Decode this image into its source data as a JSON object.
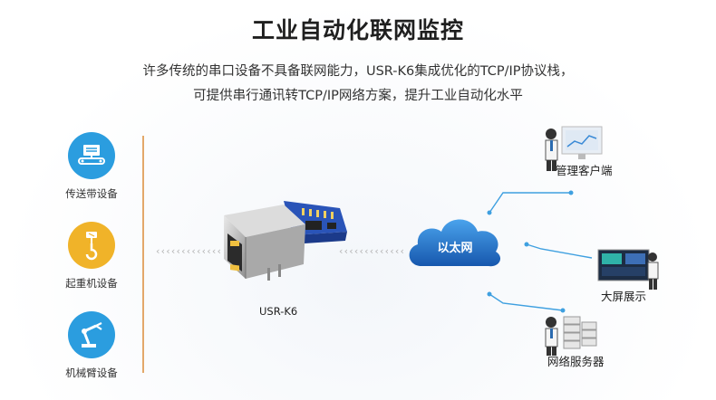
{
  "title": "工业自动化联网监控",
  "subtitle": {
    "line1": "许多传统的串口设备不具备联网能力，USR-K6集成优化的TCP/IP协议栈，",
    "line2": "可提供串行通讯转TCP/IP网络方案，提升工业自动化水平"
  },
  "devices": [
    {
      "label": "传送带设备",
      "icon": "conveyor-icon",
      "color": "#2b9ddf"
    },
    {
      "label": "起重机设备",
      "icon": "crane-hook-icon",
      "color": "#f0b329"
    },
    {
      "label": "机械臂设备",
      "icon": "robot-arm-icon",
      "color": "#2b9ddf"
    }
  ],
  "module": {
    "label": "USR-K6"
  },
  "network": {
    "label": "以太网"
  },
  "clients": [
    {
      "label": "管理客户端",
      "icon": "management-client-icon"
    },
    {
      "label": "大屏展示",
      "icon": "large-screen-icon"
    },
    {
      "label": "网络服务器",
      "icon": "network-server-icon"
    }
  ],
  "colors": {
    "accent_blue": "#2b9ddf",
    "accent_yellow": "#f0b329",
    "divider": "#e3a86a",
    "cloud": "#1a73c4"
  }
}
